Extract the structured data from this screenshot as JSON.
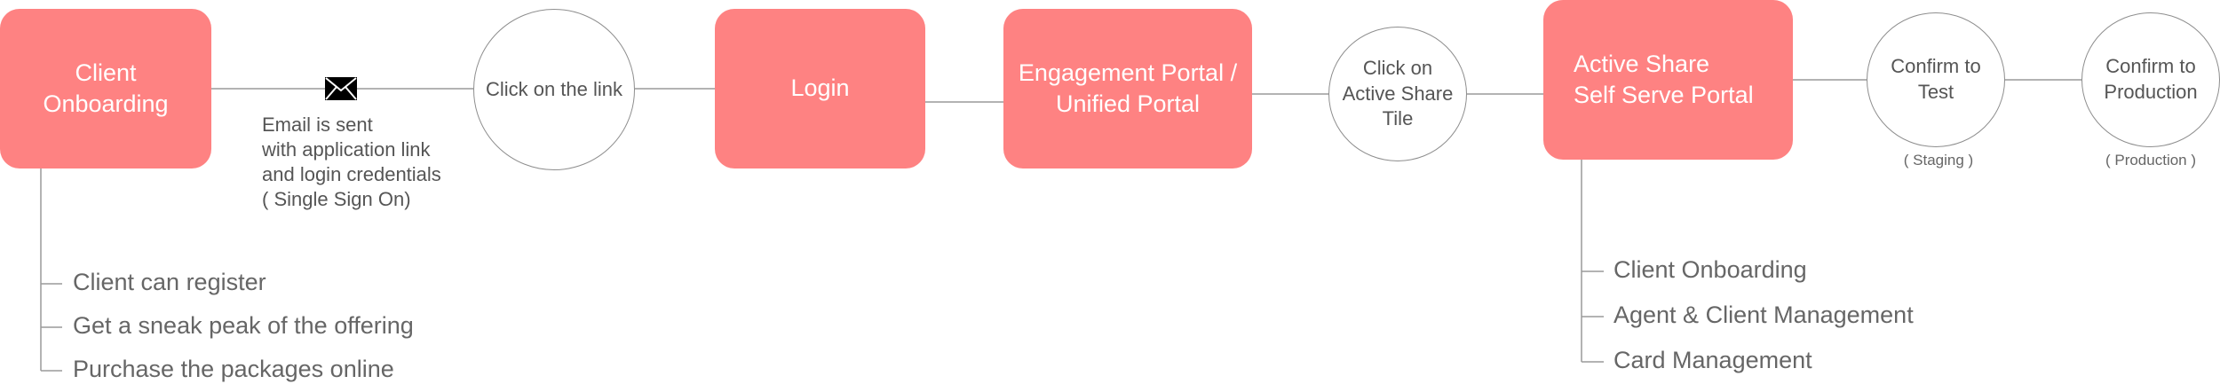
{
  "colors": {
    "box_fill": "#fe8282",
    "box_text": "#ffffff",
    "circle_border": "#8e8e8e",
    "connector": "#9a9a9a",
    "text_dark": "#555555"
  },
  "nodes": {
    "client_onboarding": "Client\nOnboarding",
    "click_link": "Click on the link",
    "login": "Login",
    "engagement_portal": "Engagement Portal /\nUnified Portal",
    "click_tile": "Click on\nActive Share\nTile",
    "active_share": "Active Share\nSelf Serve Portal",
    "confirm_test": "Confirm to\nTest",
    "confirm_production": "Confirm to\nProduction"
  },
  "email_note": "Email is sent\nwith application link\nand login credentials\n( Single Sign On)",
  "email_icon": "envelope-icon",
  "env_labels": {
    "staging": "( Staging )",
    "production": "( Production )"
  },
  "client_features": [
    "Client can register",
    "Get a sneak peak of the offering",
    "Purchase the packages online"
  ],
  "portal_features": [
    "Client Onboarding",
    "Agent & Client Management",
    "Card Management"
  ]
}
